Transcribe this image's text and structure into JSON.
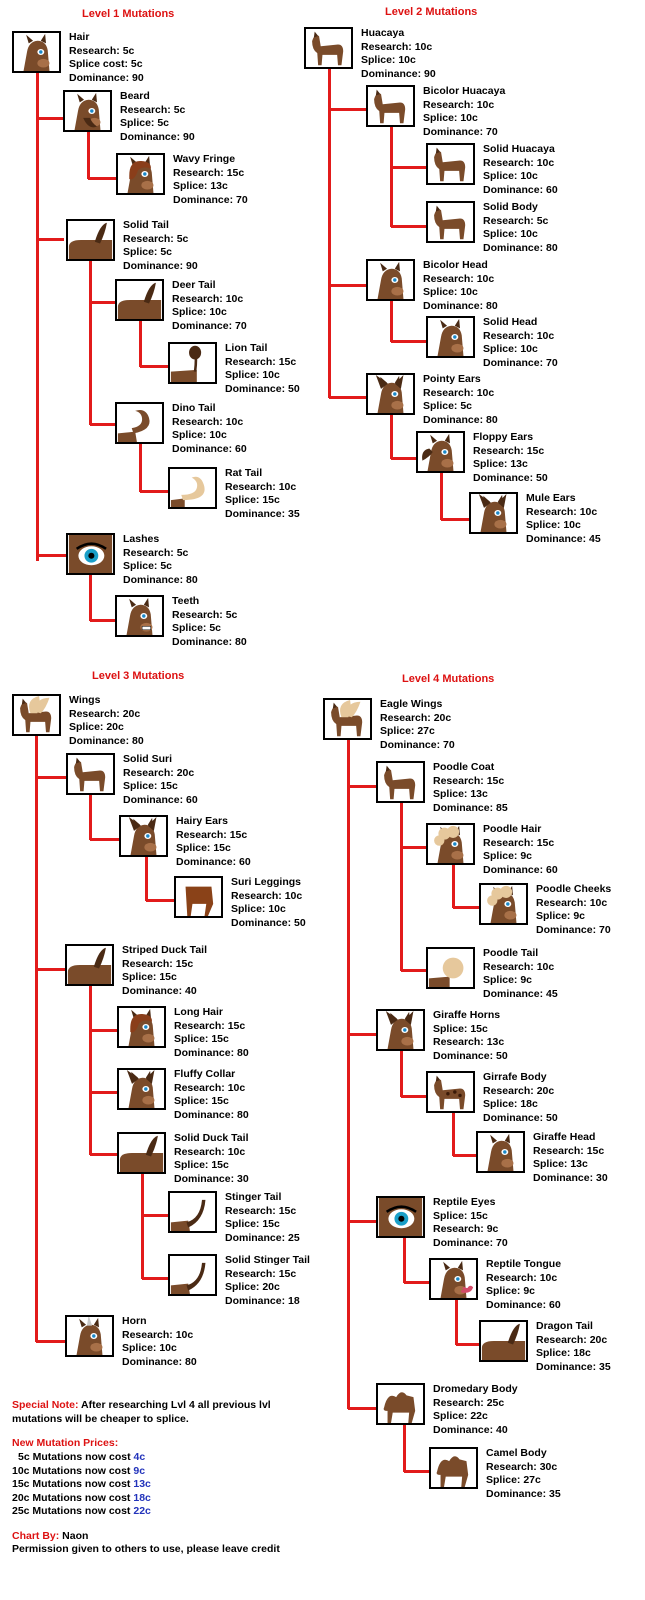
{
  "colors": {
    "accent": "#dd1111",
    "connector": "#e21b1b",
    "price": "#2233bb"
  },
  "titles": {
    "level1": "Level  1 Mutations",
    "level2": "Level 2 Mutations",
    "level3": "Level 3 Mutations",
    "level4": "Level 4 Mutations"
  },
  "nodes": {
    "hair": {
      "name": "Hair",
      "lines": [
        "Research: 5c",
        "Splice cost: 5c",
        "Dominance: 90"
      ],
      "icon": "hair-icon"
    },
    "beard": {
      "name": "Beard",
      "lines": [
        "Research: 5c",
        "Splice: 5c",
        "Dominance: 90"
      ],
      "icon": "beard-icon"
    },
    "wavy_fringe": {
      "name": "Wavy Fringe",
      "lines": [
        "Research: 15c",
        "Splice: 13c",
        "Dominance: 70"
      ],
      "icon": "wavy-fringe-icon"
    },
    "solid_tail": {
      "name": "Solid Tail",
      "lines": [
        "Research: 5c",
        "Splice: 5c",
        "Dominance: 90"
      ],
      "icon": "solid-tail-icon"
    },
    "deer_tail": {
      "name": "Deer Tail",
      "lines": [
        "Research: 10c",
        "Splice: 10c",
        "Dominance: 70"
      ],
      "icon": "deer-tail-icon"
    },
    "lion_tail": {
      "name": "Lion Tail",
      "lines": [
        "Research: 15c",
        "Splice: 10c",
        "Dominance: 50"
      ],
      "icon": "lion-tail-icon"
    },
    "dino_tail": {
      "name": "Dino Tail",
      "lines": [
        "Research: 10c",
        "Splice: 10c",
        "Dominance: 60"
      ],
      "icon": "dino-tail-icon"
    },
    "rat_tail": {
      "name": "Rat Tail",
      "lines": [
        "Research: 10c",
        "Splice: 15c",
        "Dominance: 35"
      ],
      "icon": "rat-tail-icon"
    },
    "lashes": {
      "name": "Lashes",
      "lines": [
        "Research: 5c",
        "Splice: 5c",
        "Dominance: 80"
      ],
      "icon": "lashes-icon"
    },
    "teeth": {
      "name": "Teeth",
      "lines": [
        "Research: 5c",
        "Splice: 5c",
        "Dominance: 80"
      ],
      "icon": "teeth-icon"
    },
    "huacaya": {
      "name": "Huacaya",
      "lines": [
        "Research: 10c",
        "Splice: 10c",
        "Dominance: 90"
      ],
      "icon": "huacaya-icon"
    },
    "bicolor_huacaya": {
      "name": "Bicolor Huacaya",
      "lines": [
        "Research: 10c",
        "Splice: 10c",
        "Dominance: 70"
      ],
      "icon": "bicolor-huacaya-icon"
    },
    "solid_huacaya": {
      "name": "Solid Huacaya",
      "lines": [
        "Research: 10c",
        "Splice: 10c",
        "Dominance: 60"
      ],
      "icon": "solid-huacaya-icon"
    },
    "solid_body": {
      "name": "Solid Body",
      "lines": [
        "Research: 5c",
        "Splice: 10c",
        "Dominance: 80"
      ],
      "icon": "solid-body-icon"
    },
    "bicolor_head": {
      "name": "Bicolor Head",
      "lines": [
        "Research: 10c",
        "Splice: 10c",
        "Dominance: 80"
      ],
      "icon": "bicolor-head-icon"
    },
    "solid_head": {
      "name": "Solid Head",
      "lines": [
        "Research: 10c",
        "Splice: 10c",
        "Dominance: 70"
      ],
      "icon": "solid-head-icon"
    },
    "pointy_ears": {
      "name": "Pointy Ears",
      "lines": [
        "Research: 10c",
        "Splice: 5c",
        "Dominance: 80"
      ],
      "icon": "pointy-ears-icon"
    },
    "floppy_ears": {
      "name": "Floppy Ears",
      "lines": [
        "Research: 15c",
        "Splice: 13c",
        "Dominance: 50"
      ],
      "icon": "floppy-ears-icon"
    },
    "mule_ears": {
      "name": "Mule Ears",
      "lines": [
        "Research: 10c",
        "Splice: 10c",
        "Dominance: 45"
      ],
      "icon": "mule-ears-icon"
    },
    "wings": {
      "name": "Wings",
      "lines": [
        "Research: 20c",
        "Splice: 20c",
        "Dominance: 80"
      ],
      "icon": "wings-icon"
    },
    "solid_suri": {
      "name": "Solid Suri",
      "lines": [
        "Research: 20c",
        "Splice: 15c",
        "Dominance: 60"
      ],
      "icon": "solid-suri-icon"
    },
    "hairy_ears": {
      "name": "Hairy Ears",
      "lines": [
        "Research: 15c",
        "Splice: 15c",
        "Dominance: 60"
      ],
      "icon": "hairy-ears-icon"
    },
    "suri_leggings": {
      "name": "Suri Leggings",
      "lines": [
        "Research: 10c",
        "Splice: 10c",
        "Dominance: 50"
      ],
      "icon": "suri-leggings-icon"
    },
    "striped_duck_tail": {
      "name": "Striped Duck Tail",
      "lines": [
        "Research: 15c",
        "Splice: 15c",
        "Dominance: 40"
      ],
      "icon": "striped-duck-tail-icon"
    },
    "long_hair": {
      "name": "Long Hair",
      "lines": [
        "Research: 15c",
        "Splice: 15c",
        "Dominance: 80"
      ],
      "icon": "long-hair-icon"
    },
    "fluffy_collar": {
      "name": "Fluffy Collar",
      "lines": [
        "Research: 10c",
        "Splice: 15c",
        "Dominance: 80"
      ],
      "icon": "fluffy-collar-icon"
    },
    "solid_duck_tail": {
      "name": "Solid Duck Tail",
      "lines": [
        "Research: 10c",
        "Splice: 15c",
        "Dominance: 30"
      ],
      "icon": "solid-duck-tail-icon"
    },
    "stinger_tail": {
      "name": "Stinger Tail",
      "lines": [
        "Research: 15c",
        "Splice: 15c",
        "Dominance: 25"
      ],
      "icon": "stinger-tail-icon"
    },
    "solid_stinger_tail": {
      "name": "Solid Stinger Tail",
      "lines": [
        "Research: 15c",
        "Splice: 20c",
        "Dominance: 18"
      ],
      "icon": "solid-stinger-tail-icon"
    },
    "horn": {
      "name": "Horn",
      "lines": [
        "Research: 10c",
        "Splice: 10c",
        "Dominance: 80"
      ],
      "icon": "horn-icon"
    },
    "eagle_wings": {
      "name": "Eagle Wings",
      "lines": [
        "Research: 20c",
        "Splice: 27c",
        "Dominance: 70"
      ],
      "icon": "eagle-wings-icon"
    },
    "poodle_coat": {
      "name": "Poodle Coat",
      "lines": [
        "Research: 15c",
        "Splice: 13c",
        "Dominance: 85"
      ],
      "icon": "poodle-coat-icon"
    },
    "poodle_hair": {
      "name": "Poodle Hair",
      "lines": [
        "Research: 15c",
        "Splice: 9c",
        "Dominance: 60"
      ],
      "icon": "poodle-hair-icon"
    },
    "poodle_cheeks": {
      "name": "Poodle Cheeks",
      "lines": [
        "Research: 10c",
        "Splice: 9c",
        "Dominance: 70"
      ],
      "icon": "poodle-cheeks-icon"
    },
    "poodle_tail": {
      "name": "Poodle Tail",
      "lines": [
        "Research: 10c",
        "Splice: 9c",
        "Dominance: 45"
      ],
      "icon": "poodle-tail-icon"
    },
    "giraffe_horns": {
      "name": "Giraffe Horns",
      "lines": [
        "Splice: 15c",
        "Research: 13c",
        "Dominance: 50"
      ],
      "icon": "giraffe-horns-icon"
    },
    "girrafe_body": {
      "name": "Girrafe Body",
      "lines": [
        "Research: 20c",
        "Splice: 18c",
        "Dominance: 50"
      ],
      "icon": "giraffe-body-icon"
    },
    "giraffe_head": {
      "name": "Giraffe Head",
      "lines": [
        "Research: 15c",
        "Splice: 13c",
        "Dominance: 30"
      ],
      "icon": "giraffe-head-icon"
    },
    "reptile_eyes": {
      "name": "Reptile Eyes",
      "lines": [
        "Splice: 15c",
        "Research: 9c",
        "Dominance: 70"
      ],
      "icon": "reptile-eyes-icon"
    },
    "reptile_tongue": {
      "name": "Reptile Tongue",
      "lines": [
        "Research: 10c",
        "Splice: 9c",
        "Dominance: 60"
      ],
      "icon": "reptile-tongue-icon"
    },
    "dragon_tail": {
      "name": "Dragon Tail",
      "lines": [
        "Research: 20c",
        "Splice: 18c",
        "Dominance: 35"
      ],
      "icon": "dragon-tail-icon"
    },
    "dromedary_body": {
      "name": "Dromedary Body",
      "lines": [
        "Research: 25c",
        "Splice: 22c",
        "Dominance: 40"
      ],
      "icon": "dromedary-body-icon"
    },
    "camel_body": {
      "name": "Camel Body",
      "lines": [
        "Research: 30c",
        "Splice: 27c",
        "Dominance: 35"
      ],
      "icon": "camel-body-icon"
    }
  },
  "notes": {
    "special_label": "Special Note:",
    "special_text": " After researching Lvl 4 all previous lvl mutations will be cheaper to splice.",
    "prices_title": "New Mutation Prices:",
    "prices": [
      {
        "label": "5c Mutations now cost ",
        "value": "4c"
      },
      {
        "label": "10c Mutations now cost ",
        "value": "9c"
      },
      {
        "label": "15c Mutations now cost ",
        "value": "13c"
      },
      {
        "label": "20c Mutations now cost ",
        "value": "18c"
      },
      {
        "label": "25c Mutations now cost ",
        "value": "22c"
      }
    ],
    "chart_by_label": "Chart By:",
    "chart_by_name": " Naon",
    "permission": "Permission given to others to use, please leave credit"
  }
}
